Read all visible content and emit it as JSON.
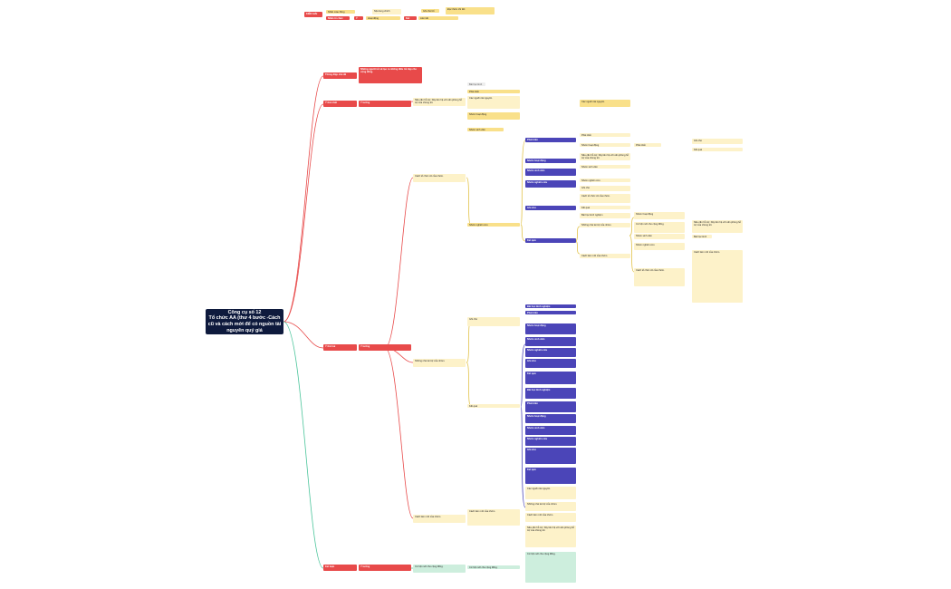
{
  "root": {
    "title": "Công cụ số 12\nTổ chức AA (thư 4 bước -Cách cũ và cách mới để có nguồn tài nguyên quý giá"
  },
  "legend": {
    "badge": "KIẾN GIẢI",
    "row1": [
      "Nhãn màu hồng",
      "Nội dung chính",
      "Ghi chú bổ sung",
      "Đọc thêm chi tiết"
    ],
    "row2": [
      "Nhãn tổ chức",
      "Ý",
      "Hoạt động",
      "Kết luận",
      "Liên kết"
    ]
  },
  "branches": [
    {
      "id": "b1",
      "title": "Thông điệp chủ đề",
      "detail": "Những người tốt sẽ tạo ra những điều tốt đẹp cho cộng đồng."
    },
    {
      "id": "b2",
      "title": "Ý thứ nhất",
      "tag": "Ý tưởng"
    },
    {
      "id": "b3",
      "title": "Ý thứ hai",
      "tag": "Ý tưởng"
    },
    {
      "id": "b4",
      "title": "Kết luận",
      "tag": "Ý tưởng"
    }
  ],
  "notes": {
    "n1": "Nếu cần hỗ trợ, hãy liên hệ với văn phòng hỗ trợ của chúng tôi.",
    "n2": "Cách tổ chức cũ của nhóm.",
    "n3": "Những nhà tài trợ của nhóm.",
    "n4": "Cách làm mới của nhóm.",
    "n5": "Các nguồn tài nguyên.",
    "n6": "Cơ hội mới cho cộng đồng."
  },
  "items": {
    "i1": "Phát triển",
    "i2": "Nhóm hoạt động",
    "i3": "Nhóm sinh viên",
    "i4": "Nhóm nghiên cứu",
    "i5": "Ghi chú",
    "i6": "Kết quả",
    "i7": "Bài học kinh nghiệm"
  }
}
